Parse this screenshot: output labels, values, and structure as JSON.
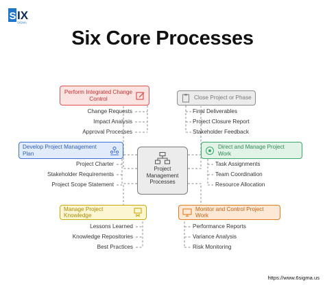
{
  "logo": {
    "text": "SIX",
    "sub": "SIGMA"
  },
  "title": "Six Core Processes",
  "center": {
    "label": "Project Management Processes",
    "icon": "flowchart-icon"
  },
  "processes": [
    {
      "id": "integrated-change",
      "label": "Perform Integrated Change Control",
      "icon": "edit-icon",
      "color": "#d9534f",
      "bg": "#fbe3e1",
      "items": [
        "Change Requests",
        "Impact Analysis",
        "Approval Processes"
      ]
    },
    {
      "id": "develop-plan",
      "label": "Develop Project Management Plan",
      "icon": "team-icon",
      "color": "#3b6fd4",
      "bg": "#e1ebfb",
      "items": [
        "Project Charter",
        "Stakeholder Requirements",
        "Project Scope Statement"
      ]
    },
    {
      "id": "knowledge",
      "label": "Manage Project Knowledge",
      "icon": "knowledge-icon",
      "color": "#c9a90a",
      "bg": "#fcf6d3",
      "items": [
        "Lessons Learned",
        "Knowledge Repositories",
        "Best Practices"
      ]
    },
    {
      "id": "close",
      "label": "Close Project or Phase",
      "icon": "clipboard-icon",
      "color": "#8a8a8a",
      "bg": "#ececec",
      "items": [
        "Final Deliverables",
        "Project Closure Report",
        "Stakeholder Feedback"
      ]
    },
    {
      "id": "direct",
      "label": "Direct and Manage Project Work",
      "icon": "team-icon",
      "color": "#3aa86a",
      "bg": "#e0f3e6",
      "items": [
        "Task Assignments",
        "Team Coordination",
        "Resource Allocation"
      ]
    },
    {
      "id": "monitor",
      "label": "Monitor and Control Project Work",
      "icon": "monitor-icon",
      "color": "#e07b1e",
      "bg": "#fde8d6",
      "items": [
        "Performance Reports",
        "Variance Analysis",
        "Risk Monitoring"
      ]
    }
  ],
  "url": "https://www.6sigma.us"
}
